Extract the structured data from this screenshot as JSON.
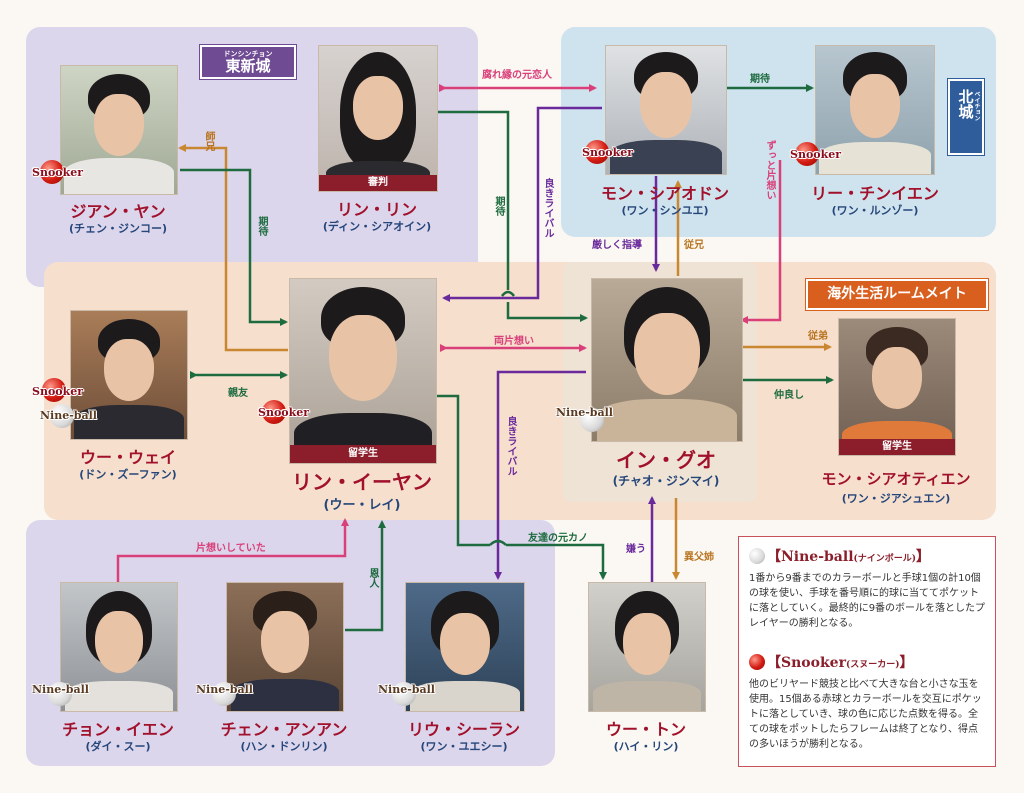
{
  "regions": {
    "east_city": {
      "ruby": "ドンシンチョン",
      "label": "東新城"
    },
    "north_city": {
      "ruby": "ベイチョン",
      "label": "北城"
    },
    "roommates": {
      "label": "海外生活ルームメイト"
    }
  },
  "characters": {
    "jiang_yan": {
      "name": "ジアン・ヤン",
      "actor": "(チェン・ジンコー)",
      "badges": [
        "Snooker"
      ]
    },
    "lin_lin": {
      "name": "リン・リン",
      "actor": "(ディン・シアオイン)",
      "role": "審判"
    },
    "meng_xiaodong": {
      "name": "モン・シアオドン",
      "actor": "(ワン・シンユエ)",
      "badges": [
        "Snooker"
      ]
    },
    "li_jingyan": {
      "name": "リー・チンイエン",
      "actor": "(ワン・ルンゾー)",
      "badges": [
        "Snooker"
      ]
    },
    "wu_wei": {
      "name": "ウー・ウェイ",
      "actor": "(ドン・ズーファン)",
      "badges": [
        "Snooker",
        "Nine-ball"
      ]
    },
    "lin_yiyang": {
      "name": "リン・イーヤン",
      "actor": "(ウー・レイ)",
      "role": "留学生",
      "badges": [
        "Snooker"
      ]
    },
    "yin_guo": {
      "name": "イン・グオ",
      "actor": "(チャオ・ジンマイ)",
      "badges": [
        "Nine-ball"
      ]
    },
    "meng_xiaotian": {
      "name": "モン・シアオティエン",
      "actor": "(ワン・ジアシュエン)",
      "role": "留学生"
    },
    "zhong_yan": {
      "name": "チョン・イエン",
      "actor": "(ダイ・スー)",
      "badges": [
        "Nine-ball"
      ]
    },
    "chen_anan": {
      "name": "チェン・アンアン",
      "actor": "(ハン・ドンリン)",
      "badges": [
        "Nine-ball"
      ]
    },
    "liu_xilan": {
      "name": "リウ・シーラン",
      "actor": "(ワン・ユエシー)",
      "badges": [
        "Nine-ball"
      ]
    },
    "wu_tong": {
      "name": "ウー・トン",
      "actor": "(ハイ・リン)"
    }
  },
  "badge_text": {
    "snooker": "Snooker",
    "nineball": "Nine-ball"
  },
  "relations": {
    "former_lovers": "腐れ縁の元恋人",
    "expect_top": "期待",
    "shifu": "師兄",
    "expect_left": "期待",
    "expect_mid": "期待",
    "rival_top": "良きライバル",
    "secret_love": "ずっと片想い",
    "strict_guide": "厳しく指導",
    "cousin": "従兄",
    "mutual_love": "両片想い",
    "best_friend": "親友",
    "cousin_younger": "従弟",
    "good_friends": "仲良し",
    "rival_bottom": "良きライバル",
    "friend_ex": "友達の元カノ",
    "one_sided": "片想いしていた",
    "benefactor": "恩人",
    "dislike": "嫌う",
    "half_sister": "異父姉"
  },
  "legend": {
    "nineball": {
      "title": "【Nine-ball",
      "reading": "(ナインボール)",
      "close": "】",
      "text": "1番から9番までのカラーボールと手球1個の計10個の球を使い、手球を番号順に的球に当ててポケットに落としていく。最終的に9番のボールを落としたプレイヤーの勝利となる。"
    },
    "snooker": {
      "title": "【Snooker",
      "reading": "(スヌーカー)",
      "close": "】",
      "text": "他のビリヤード競技と比べて大きな台と小さな玉を使用。15個ある赤球とカラーボールを交互にポケットに落としていき、球の色に応じた点数を得る。全ての球をポットしたらフレームは終了となり、得点の多いほうが勝利となる。"
    }
  },
  "colors": {
    "pink": "#d9407a",
    "green": "#1d6b3f",
    "purple": "#6a2a9c",
    "orange": "#c98732",
    "name_red": "#a1112b",
    "actor_blue": "#25467a"
  }
}
